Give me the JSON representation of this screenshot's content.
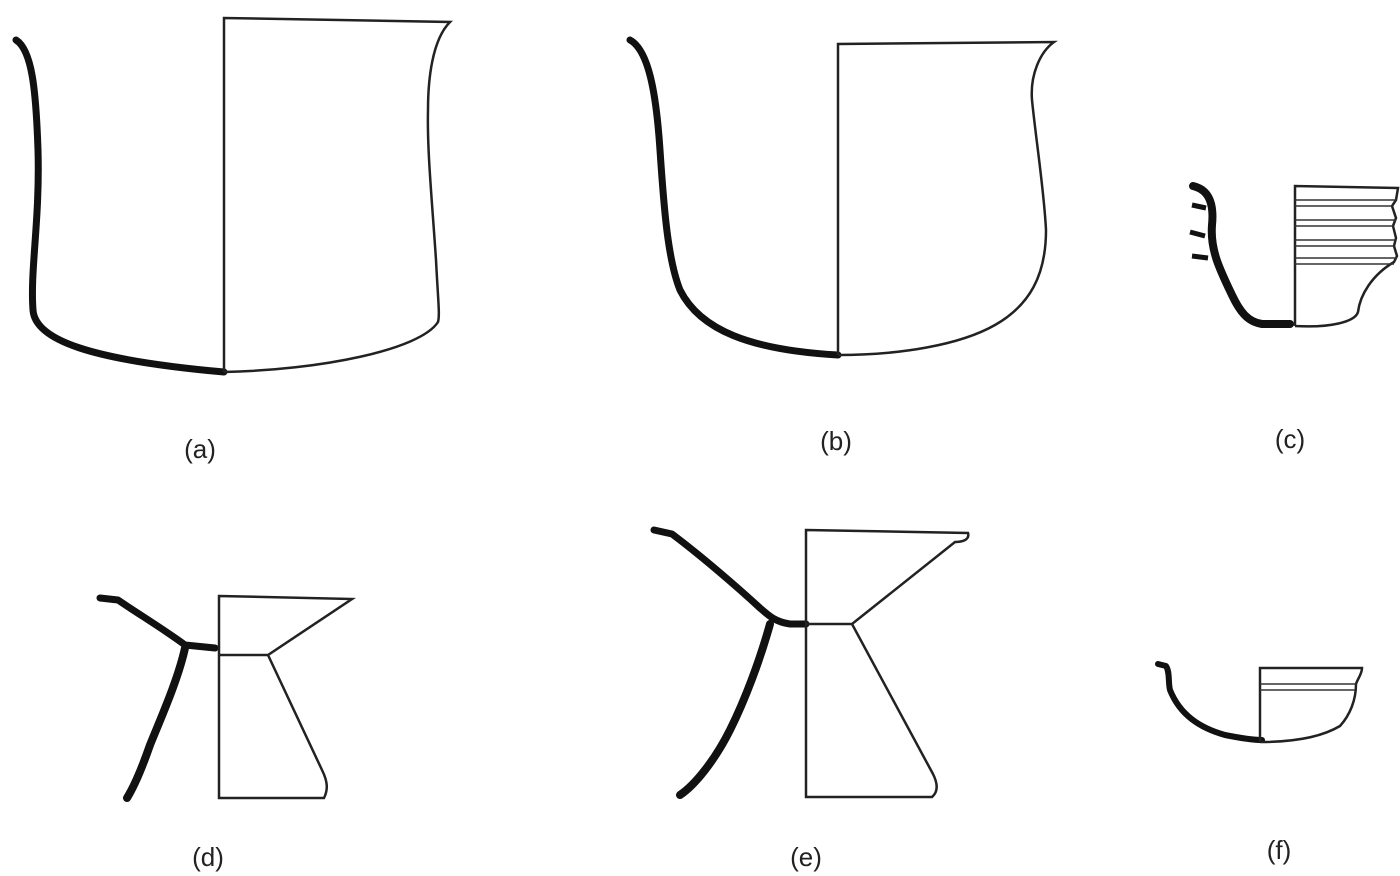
{
  "figure": {
    "labels": {
      "a": "(a)",
      "b": "(b)",
      "c": "(c)",
      "d": "(d)",
      "e": "(e)",
      "f": "(f)"
    }
  },
  "colors": {
    "profile": "#111111",
    "outline": "#222222",
    "background": "#ffffff"
  }
}
